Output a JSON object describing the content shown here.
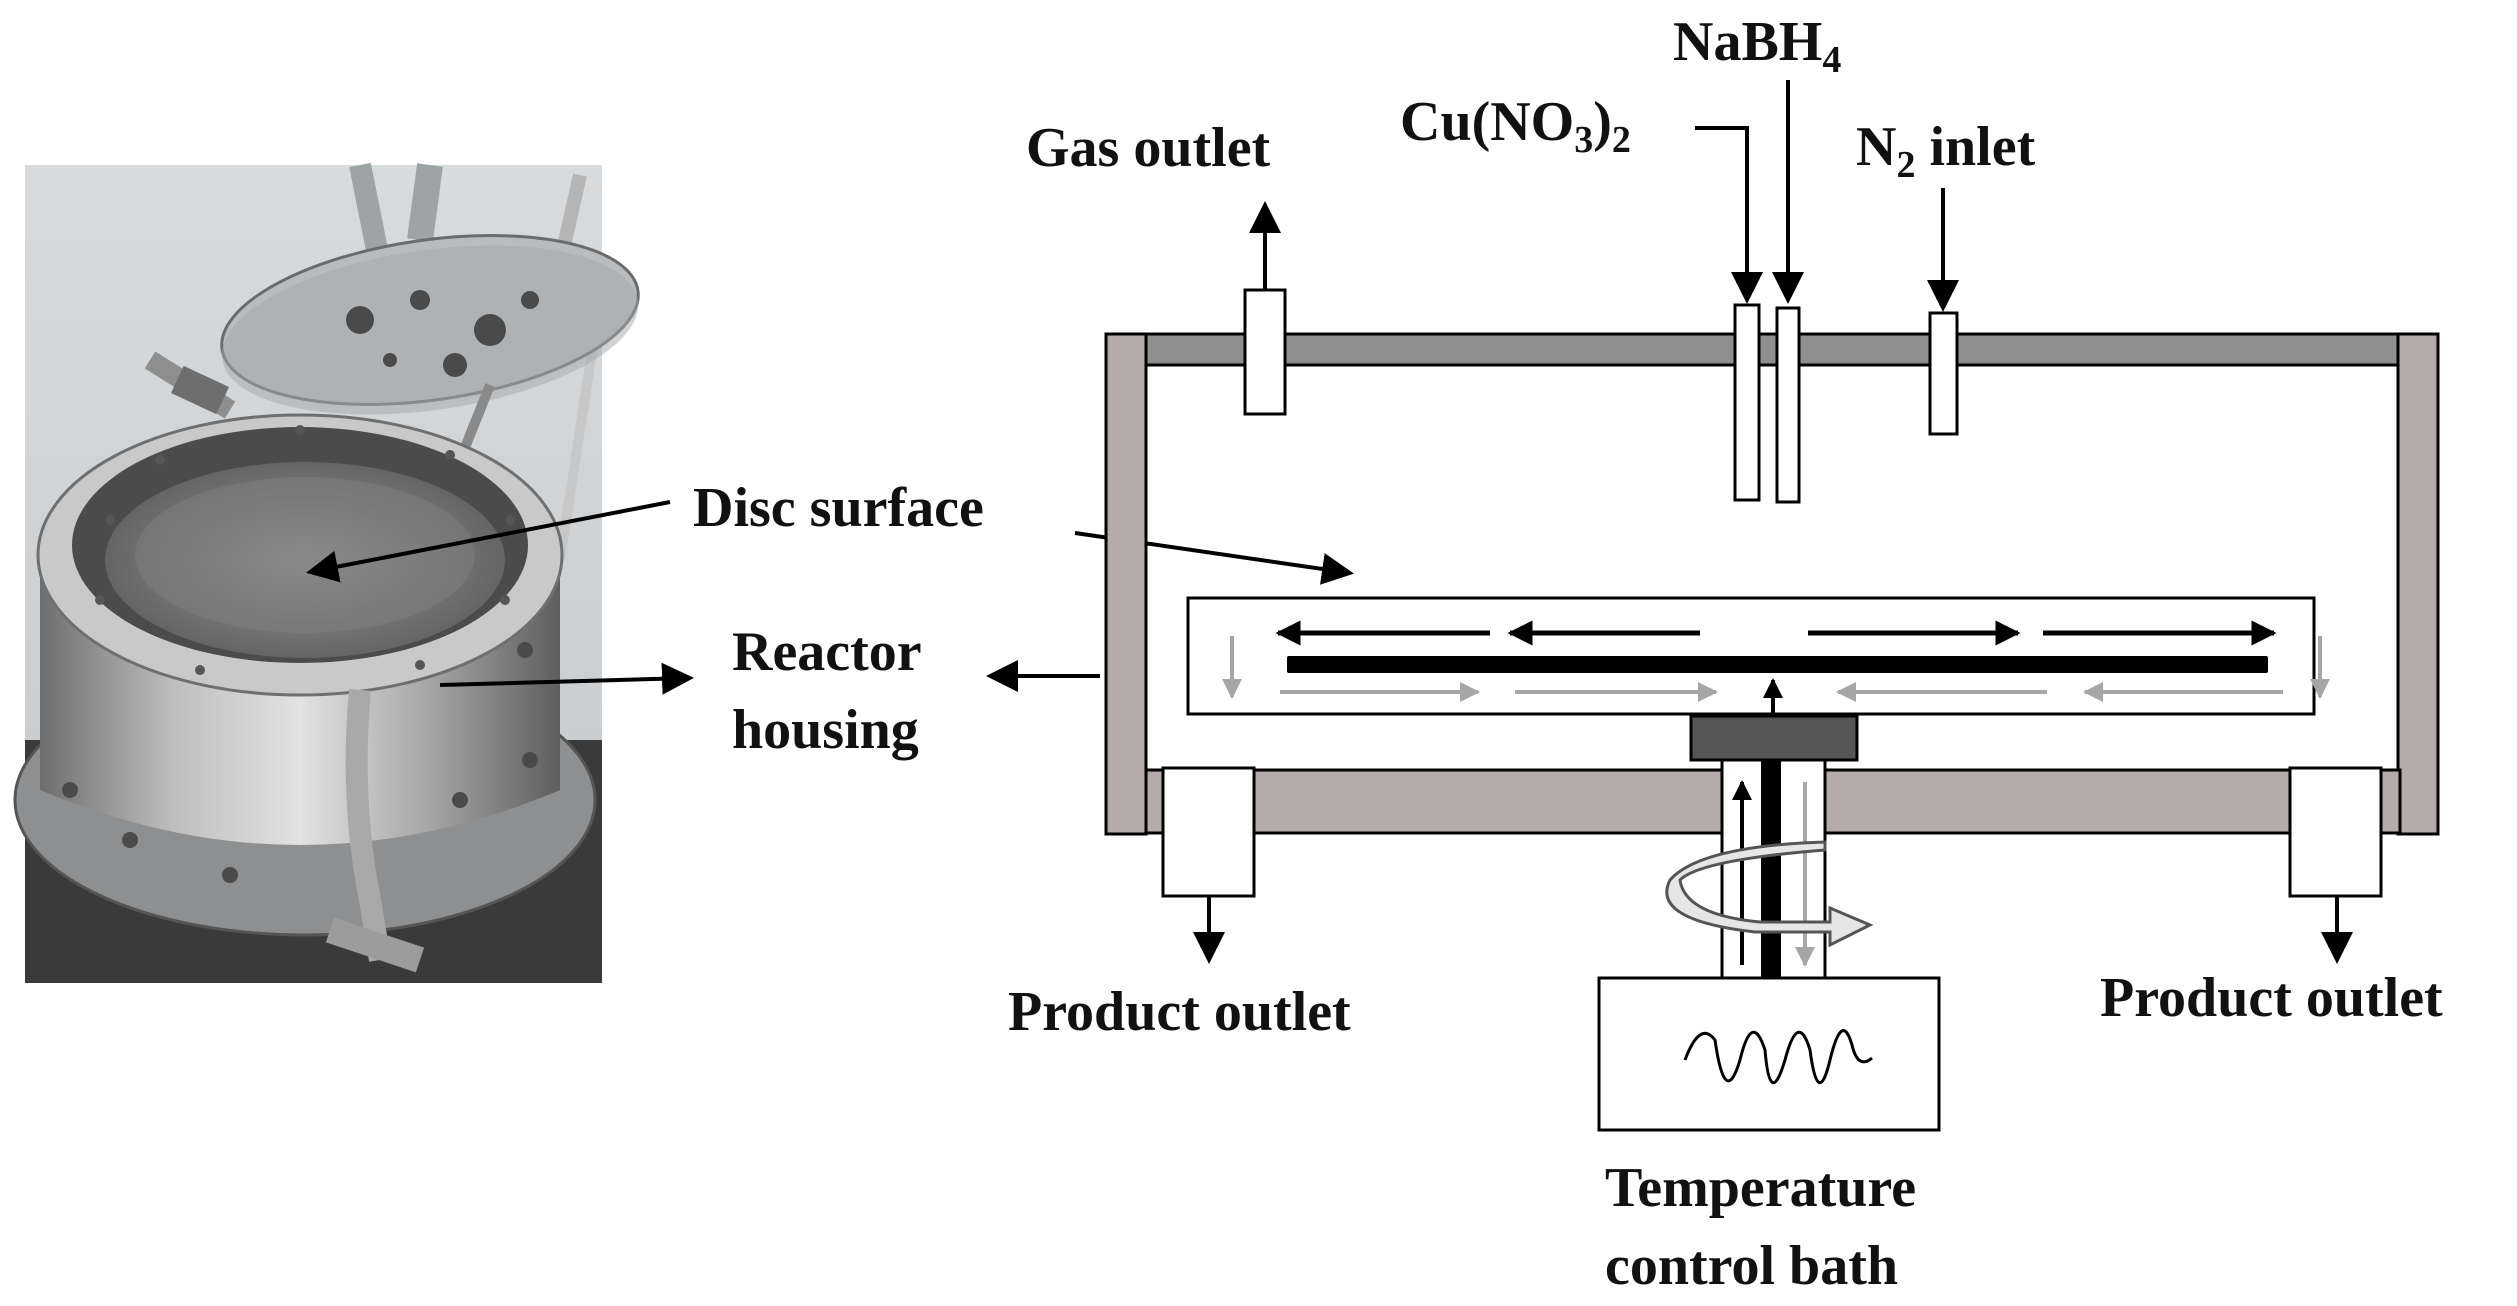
{
  "labels": {
    "disc_surface": "Disc surface",
    "reactor": "Reactor",
    "housing": "housing",
    "gas_outlet": "Gas outlet",
    "naborohydride": {
      "main": "NaBH",
      "sub": "4"
    },
    "copper_nitrate": {
      "pre": "Cu(NO",
      "sub1": "3",
      "mid": ")",
      "sub2": "2"
    },
    "nitrogen_inlet": {
      "pre": "N",
      "sub": "2",
      "post": " inlet"
    },
    "product_outlet_left": "Product outlet",
    "product_outlet_right": "Product outlet",
    "temperature_bath_line1": "Temperature",
    "temperature_bath_line2": "control bath"
  },
  "colors": {
    "wall_gray": "#8f8f8f",
    "wall_light": "#b4acab",
    "plate_dark": "#555555",
    "flow_gray": "#a6a6a6",
    "line": "#000000"
  },
  "icons": {
    "rotation": "curved-rotation-arrow-icon",
    "heater": "heating-coil-icon"
  }
}
